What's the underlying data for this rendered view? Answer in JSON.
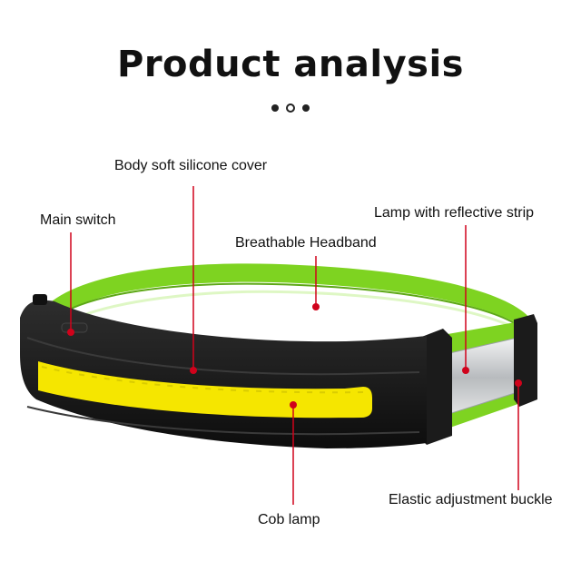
{
  "title": "Product analysis",
  "labels": {
    "body_cover": "Body soft silicone cover",
    "main_switch": "Main switch",
    "headband": "Breathable Headband",
    "reflective_strip": "Lamp with reflective strip",
    "cob_lamp": "Cob lamp",
    "buckle": "Elastic adjustment buckle"
  },
  "colors": {
    "band_green": "#7ed321",
    "housing_black": "#1b1b1b",
    "cob_yellow": "#f5e600",
    "callout_red": "#d0021b",
    "reflective_silver": "#c9cbcd"
  }
}
